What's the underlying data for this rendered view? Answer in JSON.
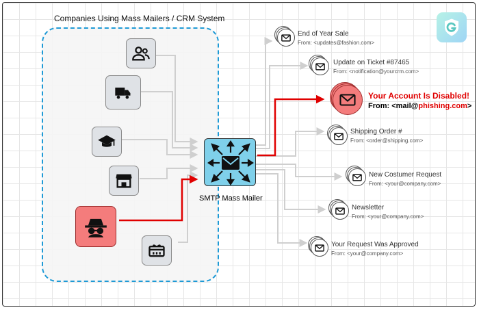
{
  "group": {
    "title": "Companies Using Mass Mailers / CRM System"
  },
  "sources": [
    {
      "icon": "users-icon"
    },
    {
      "icon": "truck-icon"
    },
    {
      "icon": "graduation-cap-icon"
    },
    {
      "icon": "storefront-icon"
    },
    {
      "icon": "hacker-spy-icon"
    },
    {
      "icon": "gift-card-icon"
    }
  ],
  "smtp": {
    "label": "SMTP Mass Mailer"
  },
  "emails": [
    {
      "subject": "End of Year Sale",
      "from": "From: <updates@fashion.com>"
    },
    {
      "subject": "Update on Ticket #87465",
      "from": "From: <notification@yourcrm.com>"
    },
    {
      "subject": "Your Account Is Disabled!",
      "from_prefix": "From: <mail@",
      "from_highlight": "phishing.com",
      "from_suffix": ">"
    },
    {
      "subject": "Shipping Order #",
      "from": "From: <order@shipping.com>"
    },
    {
      "subject": "New Costumer Request",
      "from": "From: <your@company.com>"
    },
    {
      "subject": "Newsletter",
      "from": "From: <your@company.com>"
    },
    {
      "subject": "Your Request Was Approved",
      "from": "From: <your@company.com>"
    }
  ],
  "colors": {
    "dashed_border": "#1e9ad6",
    "smtp_fill": "#7fd0ea",
    "phish_red": "#e00000",
    "hacker_fill": "#f47c7c",
    "wire_gray": "#cfcfcf"
  },
  "logo": {
    "icon": "shield-g-logo-icon"
  }
}
